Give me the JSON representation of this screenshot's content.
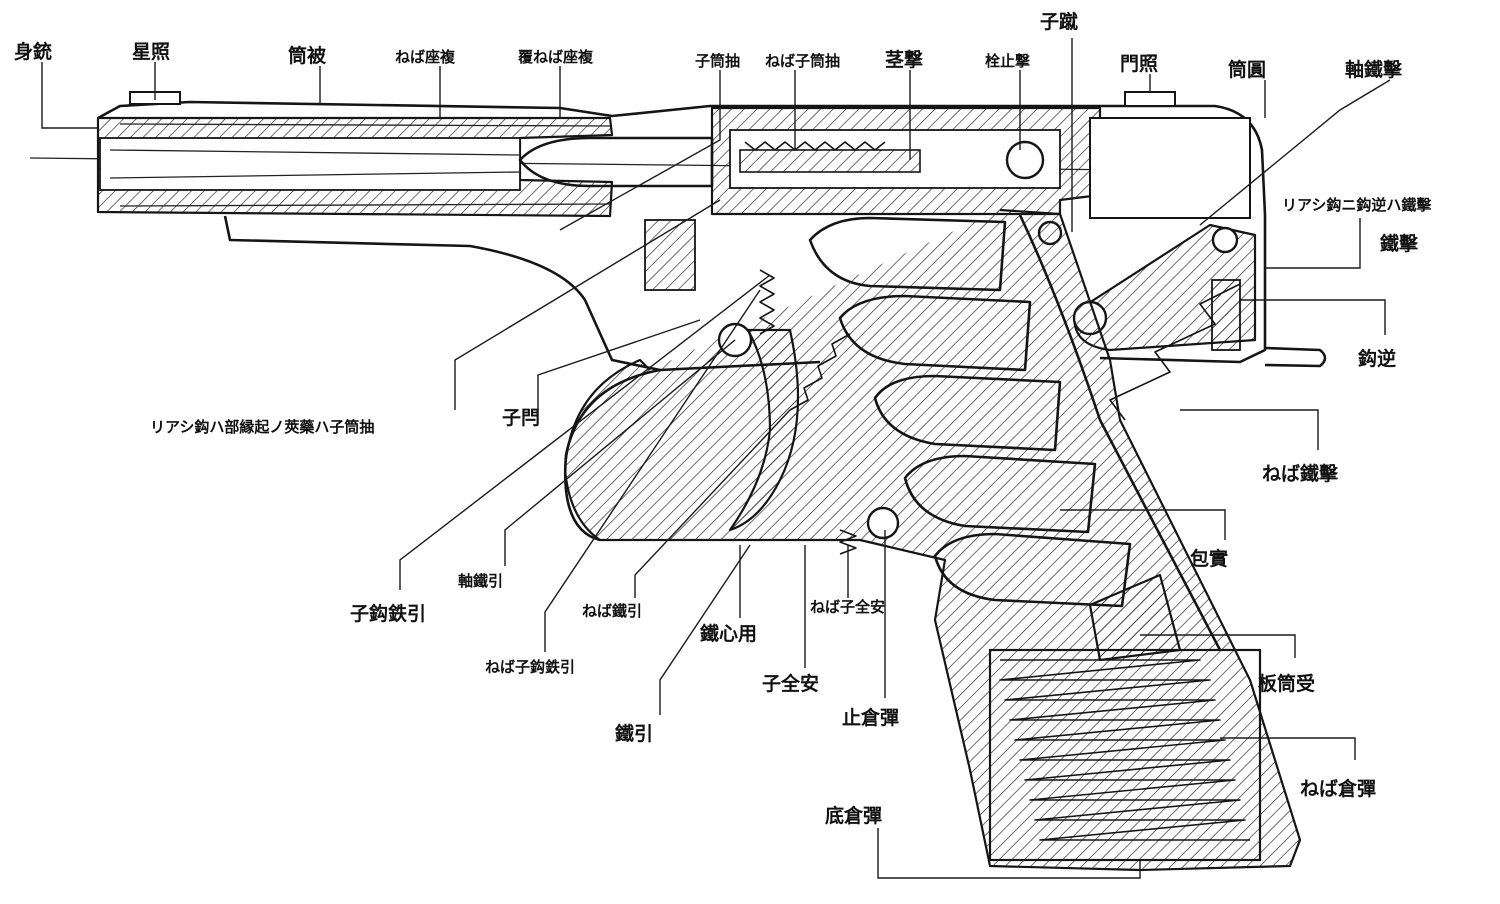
{
  "labels": {
    "muzzle": "身銃",
    "front_sight": "星照",
    "barrel_sleeve": "筒被",
    "recoil_spring": "ねば座複",
    "recoil_spring_guide": "覆ねば座複",
    "extractor": "子筒抽",
    "extractor_spring": "ねば子筒抽",
    "firing_pin": "茎撃",
    "firing_pin_stop": "栓止撃",
    "ejector": "子蹴",
    "rear_sight": "門照",
    "breech_cylinder": "筒圓",
    "hammer_axis": "軸鐵擊",
    "hammer_note": "リアシ鈎ニ鈎逆ハ鐵擊",
    "hammer": "鐵擊",
    "sear": "鈎逆",
    "hammer_spring": "ねば鐵擊",
    "cartridge": "包實",
    "magazine_follower": "板筒受",
    "magazine_spring": "ねば倉彈",
    "magazine_base": "底倉彈",
    "extractor_note": "リアシ鈎ハ部縁起ノ莢藥ハ子筒抽",
    "bolt": "子閂",
    "trigger_axis": "軸鐵引",
    "trigger_sear": "子鈎鉄引",
    "trigger_spring": "ねば鐵引",
    "trigger_sear_spring": "ねば子鈎鉄引",
    "trigger_center": "鐵心用",
    "safety_spring": "ねば子全安",
    "safety": "子全安",
    "magazine_stop": "止倉彈",
    "trigger": "鐵引"
  }
}
